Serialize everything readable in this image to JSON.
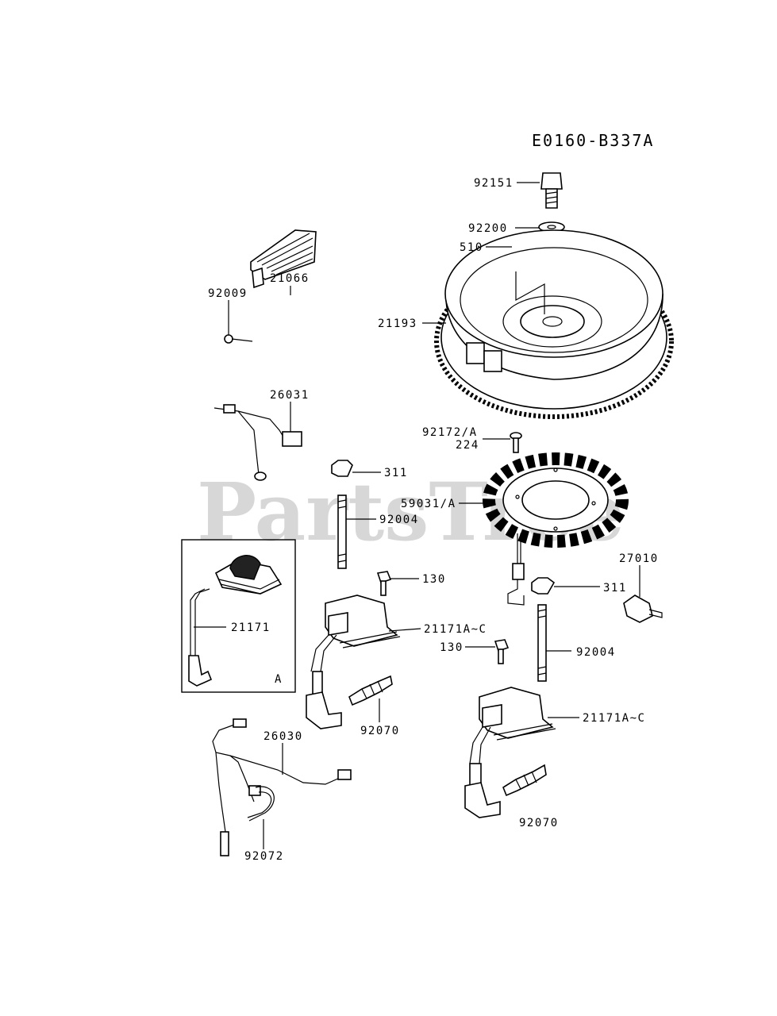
{
  "diagram": {
    "code": "E0160-B337A",
    "watermark": "PartsTree",
    "watermark_mark": "™",
    "inset_letter": "A"
  },
  "callouts": [
    {
      "id": "c-92151",
      "text": "92151"
    },
    {
      "id": "c-92200",
      "text": "92200"
    },
    {
      "id": "c-510",
      "text": "510"
    },
    {
      "id": "c-21193",
      "text": "21193"
    },
    {
      "id": "c-21066",
      "text": "21066"
    },
    {
      "id": "c-92009",
      "text": "92009"
    },
    {
      "id": "c-26031",
      "text": "26031"
    },
    {
      "id": "c-92172a",
      "text": "92172/A"
    },
    {
      "id": "c-224",
      "text": "224"
    },
    {
      "id": "c-311a",
      "text": "311"
    },
    {
      "id": "c-59031a",
      "text": "59031/A"
    },
    {
      "id": "c-92004a",
      "text": "92004"
    },
    {
      "id": "c-130a",
      "text": "130"
    },
    {
      "id": "c-21171ac-a",
      "text": "21171A~C"
    },
    {
      "id": "c-21171",
      "text": "21171"
    },
    {
      "id": "c-27010",
      "text": "27010"
    },
    {
      "id": "c-311b",
      "text": "311"
    },
    {
      "id": "c-130b",
      "text": "130"
    },
    {
      "id": "c-92004b",
      "text": "92004"
    },
    {
      "id": "c-92070a",
      "text": "92070"
    },
    {
      "id": "c-21171ac-b",
      "text": "21171A~C"
    },
    {
      "id": "c-26030",
      "text": "26030"
    },
    {
      "id": "c-92070b",
      "text": "92070"
    },
    {
      "id": "c-92072",
      "text": "92072"
    }
  ]
}
